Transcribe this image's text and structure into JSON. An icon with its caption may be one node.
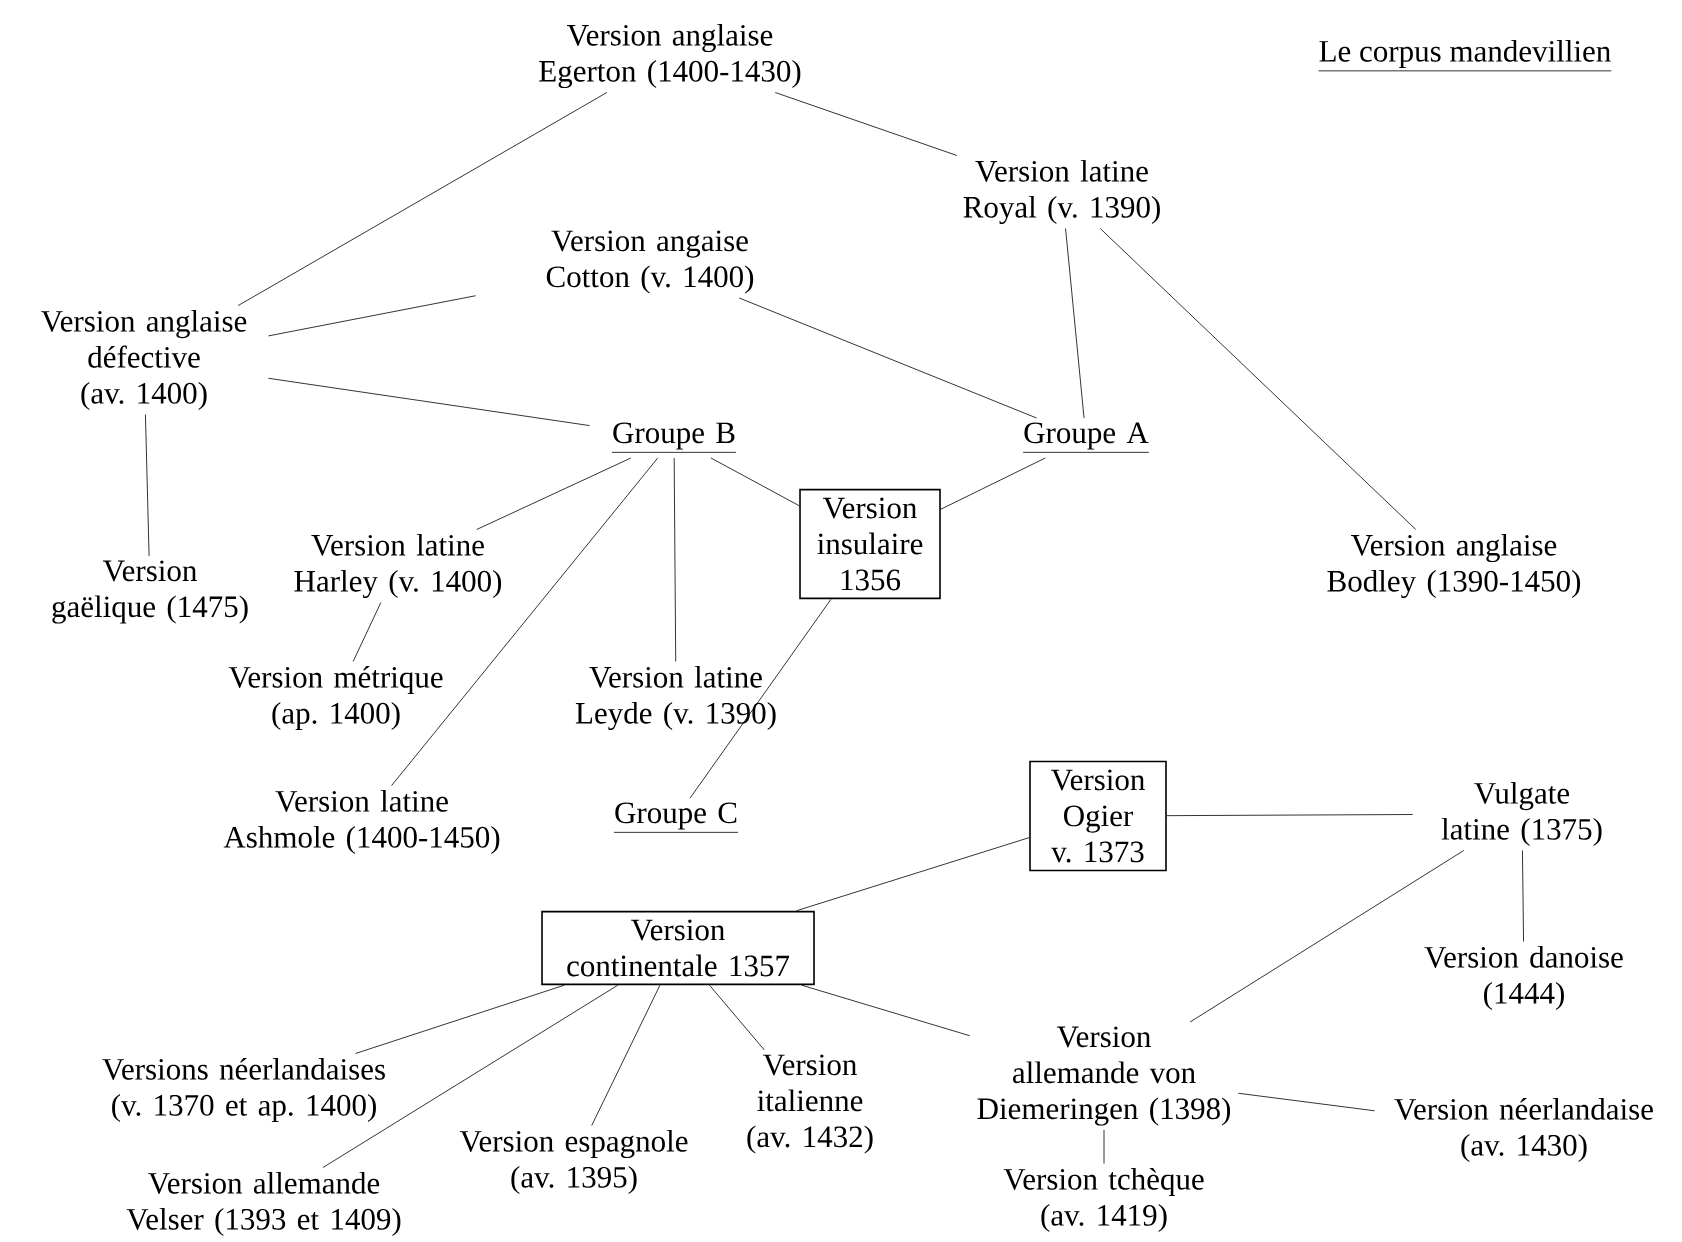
{
  "diagram": {
    "title": "Le corpus mandevillien",
    "nodes": [
      {
        "text": [
          "Version anglaise Egerton (1400-1430)"
        ]
      },
      {
        "text": [
          "Version latine Royal (v. 1390)"
        ]
      },
      {
        "text": [
          "Version angaise Cotton (v. 1400)"
        ]
      },
      {
        "text": [
          "Version anglaise défective (av. 1400)"
        ]
      },
      {
        "text": [
          "Groupe B"
        ]
      },
      {
        "text": [
          "Groupe A"
        ]
      },
      {
        "text": [
          "Version gaëlique (1475)"
        ]
      },
      {
        "text": [
          "Version latine Harley (v. 1400)"
        ]
      },
      {
        "text": [
          "Version insulaire 1356"
        ]
      },
      {
        "text": [
          "Version anglaise Bodley (1390-1450)"
        ]
      },
      {
        "text": [
          "Version métrique (ap. 1400)"
        ]
      },
      {
        "text": [
          "Version latine Leyde (v. 1390)"
        ]
      },
      {
        "text": [
          "Version latine Ashmole (1400-1450)"
        ]
      },
      {
        "text": [
          "Groupe C"
        ]
      },
      {
        "text": [
          "Version Ogier v. 1373"
        ]
      },
      {
        "text": [
          "Vulgate latine (1375)"
        ]
      },
      {
        "text": [
          "Version continentale 1357"
        ]
      },
      {
        "text": [
          "Version danoise (1444)"
        ]
      },
      {
        "text": [
          "Versions néerlandaises (v. 1370 et ap. 1400)"
        ]
      },
      {
        "text": [
          "Version allemande von Diemeringen (1398)"
        ]
      },
      {
        "text": [
          "Version italienne (av. 1432)"
        ]
      },
      {
        "text": [
          "Version espagnole (av. 1395)"
        ]
      },
      {
        "text": [
          "Version néerlandaise (av. 1430)"
        ]
      },
      {
        "text": [
          "Version allemande Velser (1393 et 1409)"
        ]
      },
      {
        "text": [
          "Version tchèque (av. 1419)"
        ]
      }
    ],
    "edges": [
      {
        "from": 0,
        "to": 3,
        "arrow": "none"
      },
      {
        "from": 0,
        "to": 1,
        "arrow": "none"
      },
      {
        "from": 2,
        "to": 3,
        "arrow": "none"
      },
      {
        "from": 2,
        "to": 5,
        "arrow": "none"
      },
      {
        "from": 1,
        "to": 5,
        "arrow": "none"
      },
      {
        "from": 1,
        "to": 9,
        "arrow": "none"
      },
      {
        "from": 3,
        "to": 4,
        "arrow": "none"
      },
      {
        "from": 3,
        "to": 6,
        "arrow": "none"
      },
      {
        "from": 4,
        "to": 7,
        "arrow": "none"
      },
      {
        "from": 4,
        "to": 12,
        "arrow": "none"
      },
      {
        "from": 4,
        "to": 11,
        "arrow": "none"
      },
      {
        "from": 4,
        "to": 8,
        "arrow": "none"
      },
      {
        "from": 7,
        "to": 10,
        "arrow": "none"
      },
      {
        "from": 8,
        "to": 5,
        "arrow": "none"
      },
      {
        "from": 8,
        "to": 13,
        "arrow": "none"
      },
      {
        "from": 16,
        "to": 14,
        "arrow": "none"
      },
      {
        "from": 14,
        "to": 15,
        "arrow": "none"
      },
      {
        "from": 15,
        "to": 17,
        "arrow": "none"
      },
      {
        "from": 16,
        "to": 18,
        "arrow": "none"
      },
      {
        "from": 16,
        "to": 23,
        "arrow": "none"
      },
      {
        "from": 16,
        "to": 21,
        "arrow": "none"
      },
      {
        "from": 16,
        "to": 20,
        "arrow": "none"
      },
      {
        "from": 16,
        "to": 19,
        "arrow": "none"
      },
      {
        "from": 15,
        "to": 19,
        "arrow": "none"
      },
      {
        "from": 19,
        "to": 22,
        "arrow": "none"
      },
      {
        "from": 19,
        "to": 24,
        "arrow": "none"
      }
    ]
  }
}
